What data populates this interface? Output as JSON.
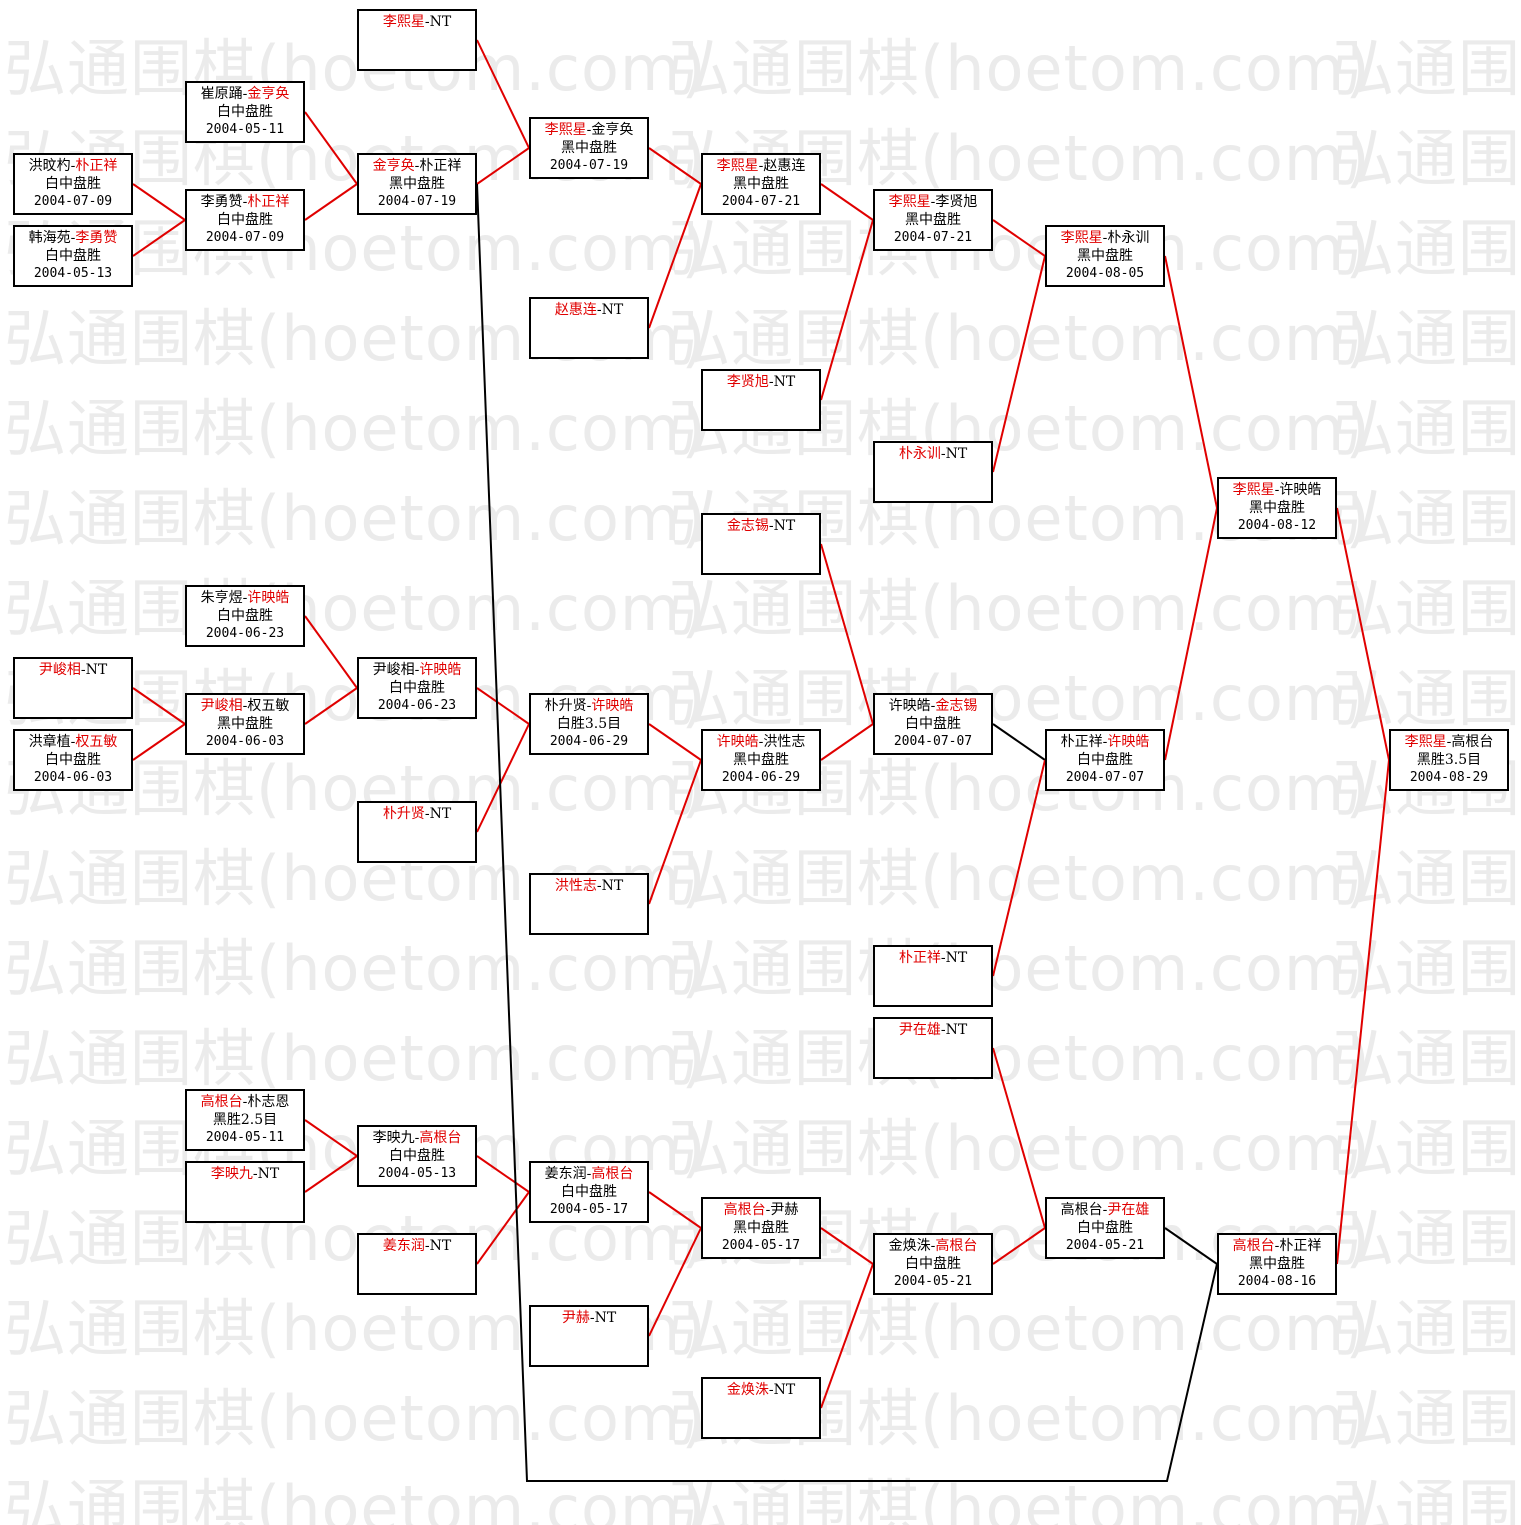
{
  "watermark": {
    "text": "弘通围棋(hoetom.com)",
    "color": "#ebebeb"
  },
  "colors": {
    "winner": "#e00000",
    "line_win": "#e00000",
    "line_other": "#000000"
  },
  "bye_label": "NT",
  "games": [
    {
      "id": "g1",
      "p1": "洪旼杓",
      "p2": "朴正祥",
      "winner": 2,
      "result": "白中盘胜",
      "date": "2004-07-09"
    },
    {
      "id": "g2",
      "p1": "韩海苑",
      "p2": "李勇赞",
      "winner": 2,
      "result": "白中盘胜",
      "date": "2004-05-13"
    },
    {
      "id": "g3",
      "p1": "崔原踊",
      "p2": "金亨奂",
      "winner": 2,
      "result": "白中盘胜",
      "date": "2004-05-11"
    },
    {
      "id": "g4",
      "p1": "李勇赞",
      "p2": "朴正祥",
      "winner": 2,
      "result": "白中盘胜",
      "date": "2004-07-09"
    },
    {
      "id": "g5",
      "p1": "金亨奂",
      "p2": "朴正祥",
      "winner": 1,
      "result": "黑中盘胜",
      "date": "2004-07-19"
    },
    {
      "id": "g6",
      "p1": "李熙星",
      "bye": true
    },
    {
      "id": "g7",
      "p1": "李熙星",
      "p2": "金亨奂",
      "winner": 1,
      "result": "黑中盘胜",
      "date": "2004-07-19"
    },
    {
      "id": "g8",
      "p1": "赵惠连",
      "bye": true
    },
    {
      "id": "g9",
      "p1": "李熙星",
      "p2": "赵惠连",
      "winner": 1,
      "result": "黑中盘胜",
      "date": "2004-07-21"
    },
    {
      "id": "g10",
      "p1": "李贤旭",
      "bye": true
    },
    {
      "id": "g11",
      "p1": "李熙星",
      "p2": "李贤旭",
      "winner": 1,
      "result": "黑中盘胜",
      "date": "2004-07-21"
    },
    {
      "id": "g12",
      "p1": "朴永训",
      "bye": true
    },
    {
      "id": "g13",
      "p1": "李熙星",
      "p2": "朴永训",
      "winner": 1,
      "result": "黑中盘胜",
      "date": "2004-08-05"
    },
    {
      "id": "g14",
      "p1": "尹峻相",
      "bye": true
    },
    {
      "id": "g15",
      "p1": "洪章植",
      "p2": "权五敏",
      "winner": 2,
      "result": "白中盘胜",
      "date": "2004-06-03"
    },
    {
      "id": "g16",
      "p1": "朱亨煜",
      "p2": "许映皓",
      "winner": 2,
      "result": "白中盘胜",
      "date": "2004-06-23"
    },
    {
      "id": "g17",
      "p1": "尹峻相",
      "p2": "权五敏",
      "winner": 1,
      "result": "黑中盘胜",
      "date": "2004-06-03"
    },
    {
      "id": "g18",
      "p1": "尹峻相",
      "p2": "许映皓",
      "winner": 2,
      "result": "白中盘胜",
      "date": "2004-06-23"
    },
    {
      "id": "g19",
      "p1": "朴升贤",
      "bye": true
    },
    {
      "id": "g20",
      "p1": "朴升贤",
      "p2": "许映皓",
      "winner": 2,
      "result": "白胜3.5目",
      "date": "2004-06-29"
    },
    {
      "id": "g21",
      "p1": "洪性志",
      "bye": true
    },
    {
      "id": "g22",
      "p1": "许映皓",
      "p2": "洪性志",
      "winner": 1,
      "result": "黑中盘胜",
      "date": "2004-06-29"
    },
    {
      "id": "g23",
      "p1": "金志锡",
      "bye": true
    },
    {
      "id": "g24",
      "p1": "许映皓",
      "p2": "金志锡",
      "winner": 2,
      "result": "白中盘胜",
      "date": "2004-07-07"
    },
    {
      "id": "g25",
      "p1": "朴正祥",
      "bye": true
    },
    {
      "id": "g26",
      "p1": "朴正祥",
      "p2": "许映皓",
      "winner": 2,
      "result": "白中盘胜",
      "date": "2004-07-07"
    },
    {
      "id": "g27",
      "p1": "李熙星",
      "p2": "许映皓",
      "winner": 1,
      "result": "黑中盘胜",
      "date": "2004-08-12"
    },
    {
      "id": "g28",
      "p1": "高根台",
      "p2": "朴志恩",
      "winner": 1,
      "result": "黑胜2.5目",
      "date": "2004-05-11"
    },
    {
      "id": "g29",
      "p1": "李映九",
      "bye": true
    },
    {
      "id": "g30",
      "p1": "李映九",
      "p2": "高根台",
      "winner": 2,
      "result": "白中盘胜",
      "date": "2004-05-13"
    },
    {
      "id": "g31",
      "p1": "姜东润",
      "bye": true
    },
    {
      "id": "g32",
      "p1": "姜东润",
      "p2": "高根台",
      "winner": 2,
      "result": "白中盘胜",
      "date": "2004-05-17"
    },
    {
      "id": "g33",
      "p1": "尹赫",
      "bye": true
    },
    {
      "id": "g34",
      "p1": "高根台",
      "p2": "尹赫",
      "winner": 1,
      "result": "黑中盘胜",
      "date": "2004-05-17"
    },
    {
      "id": "g35",
      "p1": "金焕洙",
      "bye": true
    },
    {
      "id": "g36",
      "p1": "金焕洙",
      "p2": "高根台",
      "winner": 2,
      "result": "白中盘胜",
      "date": "2004-05-21"
    },
    {
      "id": "g37",
      "p1": "尹在雄",
      "bye": true
    },
    {
      "id": "g38",
      "p1": "高根台",
      "p2": "尹在雄",
      "winner": 2,
      "result": "白中盘胜",
      "date": "2004-05-21"
    },
    {
      "id": "g39",
      "p1": "高根台",
      "p2": "朴正祥",
      "winner": 1,
      "result": "黑中盘胜",
      "date": "2004-08-16"
    },
    {
      "id": "g40",
      "p1": "李熙星",
      "p2": "高根台",
      "winner": 1,
      "result": "黑胜3.5目",
      "date": "2004-08-29"
    }
  ],
  "links": [
    {
      "from": "g1",
      "to": "g4",
      "win": true
    },
    {
      "from": "g2",
      "to": "g4",
      "win": true
    },
    {
      "from": "g3",
      "to": "g5",
      "win": true
    },
    {
      "from": "g4",
      "to": "g5",
      "win": true
    },
    {
      "from": "g5",
      "to": "g7",
      "win": true
    },
    {
      "from": "g6",
      "to": "g7",
      "win": true
    },
    {
      "from": "g7",
      "to": "g9",
      "win": true
    },
    {
      "from": "g8",
      "to": "g9",
      "win": true
    },
    {
      "from": "g9",
      "to": "g11",
      "win": true
    },
    {
      "from": "g10",
      "to": "g11",
      "win": true
    },
    {
      "from": "g11",
      "to": "g13",
      "win": true
    },
    {
      "from": "g12",
      "to": "g13",
      "win": true
    },
    {
      "from": "g13",
      "to": "g27",
      "win": true
    },
    {
      "from": "g14",
      "to": "g17",
      "win": true
    },
    {
      "from": "g15",
      "to": "g17",
      "win": true
    },
    {
      "from": "g16",
      "to": "g18",
      "win": true
    },
    {
      "from": "g17",
      "to": "g18",
      "win": true
    },
    {
      "from": "g18",
      "to": "g20",
      "win": true
    },
    {
      "from": "g19",
      "to": "g20",
      "win": true
    },
    {
      "from": "g20",
      "to": "g22",
      "win": true
    },
    {
      "from": "g21",
      "to": "g22",
      "win": true
    },
    {
      "from": "g22",
      "to": "g24",
      "win": true
    },
    {
      "from": "g23",
      "to": "g24",
      "win": true
    },
    {
      "from": "g24",
      "to": "g26",
      "win": false
    },
    {
      "from": "g25",
      "to": "g26",
      "win": true
    },
    {
      "from": "g26",
      "to": "g27",
      "win": true
    },
    {
      "from": "g28",
      "to": "g30",
      "win": true
    },
    {
      "from": "g29",
      "to": "g30",
      "win": true
    },
    {
      "from": "g30",
      "to": "g32",
      "win": true
    },
    {
      "from": "g31",
      "to": "g32",
      "win": true
    },
    {
      "from": "g32",
      "to": "g34",
      "win": true
    },
    {
      "from": "g33",
      "to": "g34",
      "win": true
    },
    {
      "from": "g34",
      "to": "g36",
      "win": true
    },
    {
      "from": "g35",
      "to": "g36",
      "win": true
    },
    {
      "from": "g36",
      "to": "g38",
      "win": true
    },
    {
      "from": "g37",
      "to": "g38",
      "win": true
    },
    {
      "from": "g38",
      "to": "g39",
      "win": false
    },
    {
      "from": "g5",
      "to": "g39",
      "win": false,
      "route": "bottom"
    },
    {
      "from": "g27",
      "to": "g40",
      "win": true
    },
    {
      "from": "g39",
      "to": "g40",
      "win": true
    }
  ]
}
